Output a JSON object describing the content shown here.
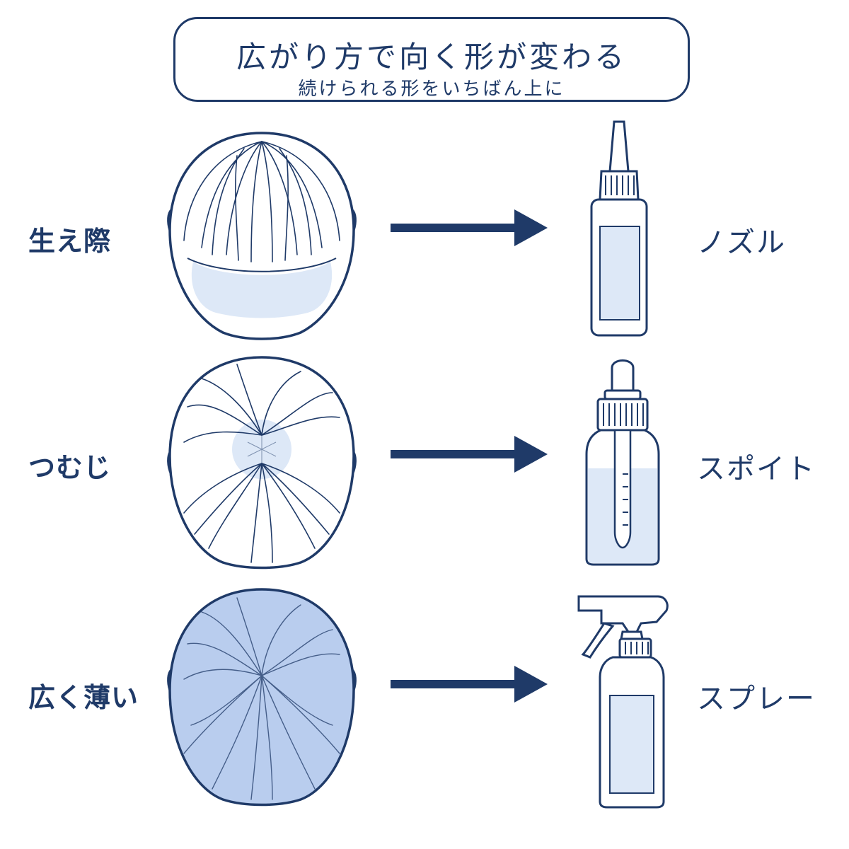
{
  "header": {
    "title": "広がり方で向く形が変わる",
    "subtitle": "続けられる形をいちばん上に"
  },
  "rows": [
    {
      "area": "生え際",
      "product": "ノズル"
    },
    {
      "area": "つむじ",
      "product": "スポイト"
    },
    {
      "area": "広く薄い",
      "product": "スプレー"
    }
  ],
  "colors": {
    "navy": "#1f3a68",
    "light_blue": "#dde8f7",
    "mid_blue": "#b9cdee",
    "background": "#ffffff"
  }
}
